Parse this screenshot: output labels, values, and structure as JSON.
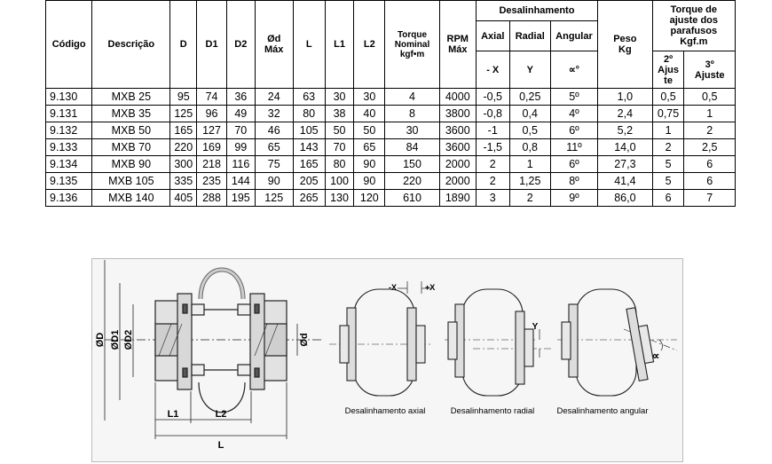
{
  "table": {
    "headers": {
      "codigo": "Código",
      "descricao": "Descrição",
      "d": "D",
      "d1": "D1",
      "d2": "D2",
      "od_max": [
        "Ød",
        "Máx"
      ],
      "l": "L",
      "l1": "L1",
      "l2": "L2",
      "torque": [
        "Torque",
        "Nominal",
        "kgf•m"
      ],
      "rpm": [
        "RPM",
        "Máx"
      ],
      "desalinhamento": "Desalinhamento",
      "axial": "Axial",
      "radial": "Radial",
      "angular": "Angular",
      "axial_sym": "- X",
      "radial_sym": "Y",
      "angular_sym": "∝°",
      "peso": [
        "Peso",
        "Kg"
      ],
      "torque_ajuste": [
        "Torque de",
        "ajuste dos",
        "parafusos",
        "Kgf.m"
      ],
      "ajuste2": [
        "2º",
        "Ajus",
        "te"
      ],
      "ajuste3": [
        "3º",
        "Ajuste"
      ]
    },
    "rows": [
      [
        "9.130",
        "MXB 25",
        "95",
        "74",
        "36",
        "24",
        "63",
        "30",
        "30",
        "4",
        "4000",
        "-0,5",
        "0,25",
        "5º",
        "1,0",
        "0,5",
        "0,5"
      ],
      [
        "9.131",
        "MXB 35",
        "125",
        "96",
        "49",
        "32",
        "80",
        "38",
        "40",
        "8",
        "3800",
        "-0,8",
        "0,4",
        "4º",
        "2,4",
        "0,75",
        "1"
      ],
      [
        "9.132",
        "MXB 50",
        "165",
        "127",
        "70",
        "46",
        "105",
        "50",
        "50",
        "30",
        "3600",
        "-1",
        "0,5",
        "6º",
        "5,2",
        "1",
        "2"
      ],
      [
        "9.133",
        "MXB 70",
        "220",
        "169",
        "99",
        "65",
        "143",
        "70",
        "65",
        "84",
        "3600",
        "-1,5",
        "0,8",
        "11º",
        "14,0",
        "2",
        "2,5"
      ],
      [
        "9.134",
        "MXB 90",
        "300",
        "218",
        "116",
        "75",
        "165",
        "80",
        "90",
        "150",
        "2000",
        "2",
        "1",
        "6º",
        "27,3",
        "5",
        "6"
      ],
      [
        "9.135",
        "MXB 105",
        "335",
        "235",
        "144",
        "90",
        "205",
        "100",
        "90",
        "220",
        "2000",
        "2",
        "1,25",
        "8º",
        "41,4",
        "5",
        "6"
      ],
      [
        "9.136",
        "MXB 140",
        "405",
        "288",
        "195",
        "125",
        "265",
        "130",
        "120",
        "610",
        "1890",
        "3",
        "2",
        "9º",
        "86,0",
        "6",
        "7"
      ]
    ]
  },
  "drawings": {
    "main": {
      "od": "ØD",
      "od1": "ØD1",
      "od2": "ØD2",
      "odd": "Ød",
      "l1": "L1",
      "l2": "L2",
      "l": "L"
    },
    "axial": {
      "caption": "Desalinhamento axial",
      "minus_x": "-X",
      "plus_x": "+X"
    },
    "radial": {
      "caption": "Desalinhamento radial",
      "y": "Y"
    },
    "angular": {
      "caption": "Desalinhamento angular",
      "alpha": "∝"
    }
  }
}
